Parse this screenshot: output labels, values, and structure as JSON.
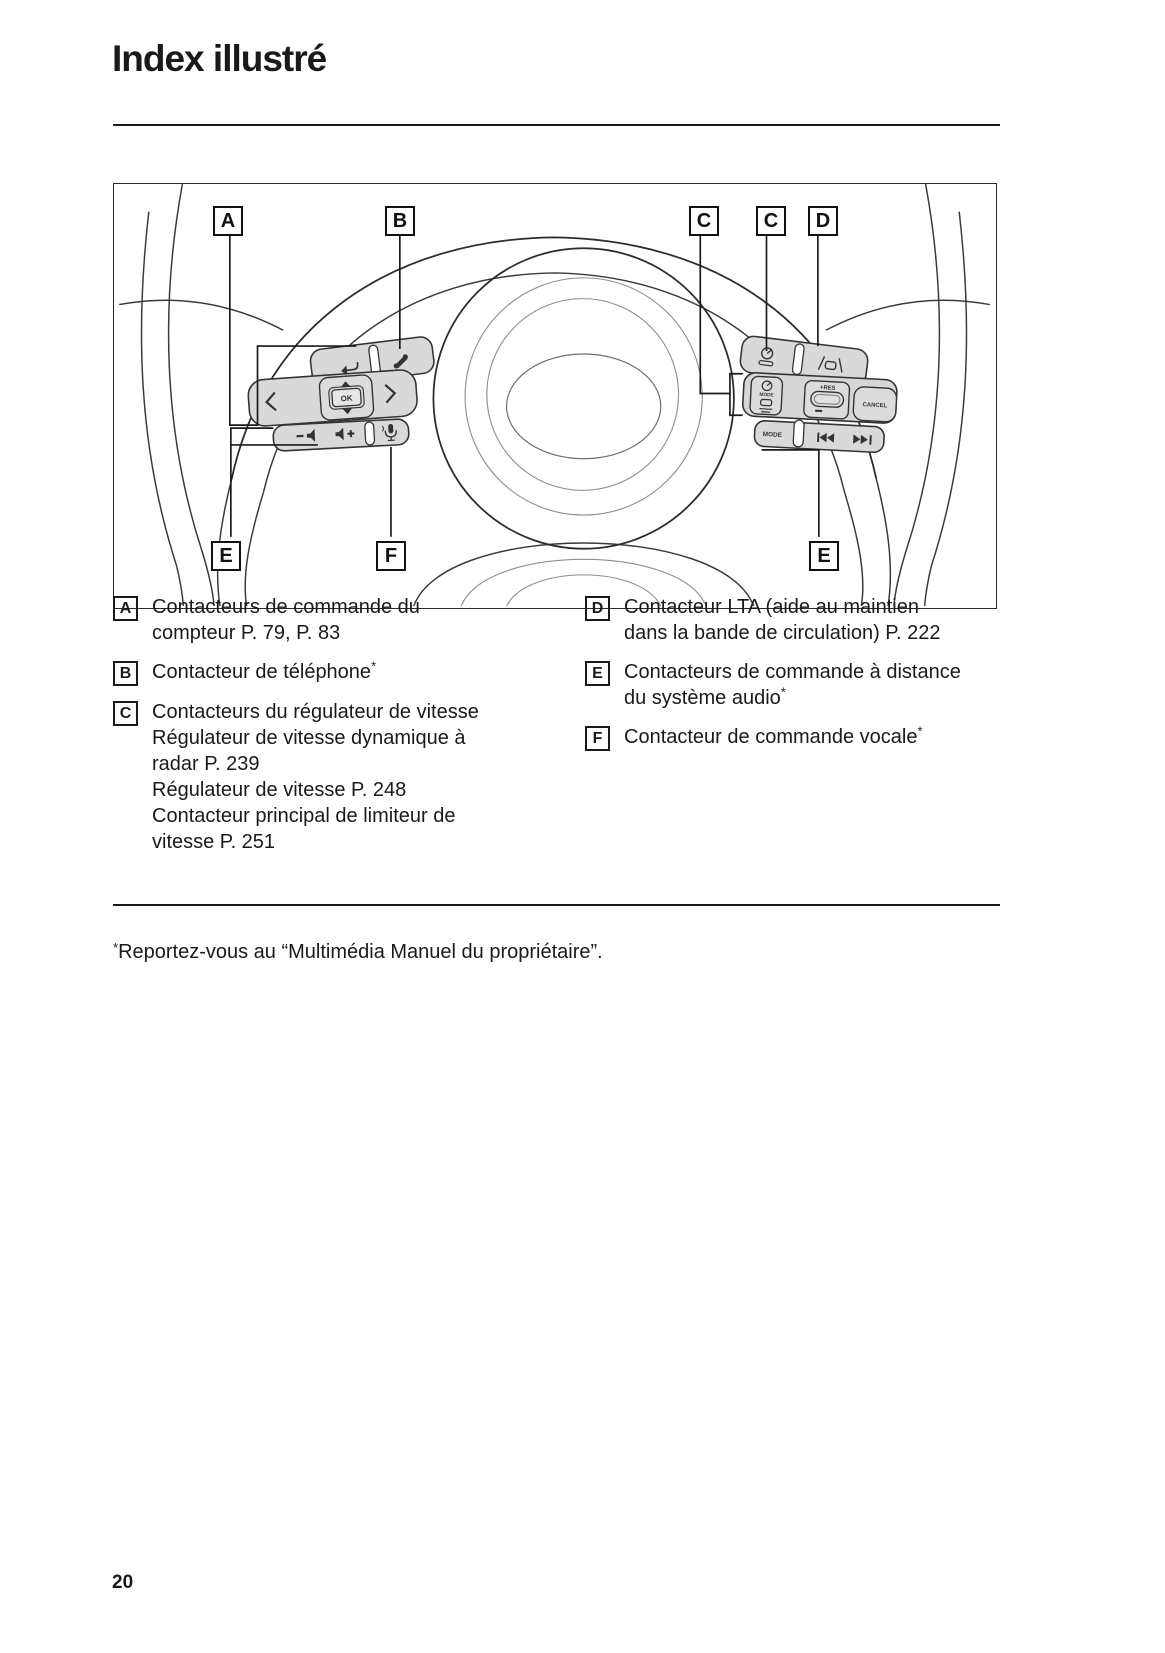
{
  "page": {
    "title": "Index illustré",
    "page_number": "20",
    "footnote_sup": "*",
    "footnote_text": "Reportez-vous au “Multimédia Manuel du propriétaire”."
  },
  "colors": {
    "text": "#1a1a1a",
    "line_art": "#3a3a3a",
    "button_fill": "#d9d9d9",
    "background": "#ffffff"
  },
  "diagram": {
    "callouts": {
      "a": "A",
      "b": "B",
      "c1": "C",
      "c2": "C",
      "d": "D",
      "e1": "E",
      "f": "F",
      "e2": "E"
    },
    "buttons": {
      "ok": "OK",
      "gauge_mode": "MODE",
      "res": "+RES",
      "res_minus": "−",
      "cancel": "CANCEL",
      "audio_mode": "MODE"
    },
    "icons": {
      "back": "return-arrow-icon",
      "phone": "phone-handset-icon",
      "left": "chevron-left-icon",
      "right": "chevron-right-icon",
      "up": "triangle-up-icon",
      "down": "triangle-down-icon",
      "volume_down": "speaker-minus-icon",
      "volume_up": "speaker-plus-icon",
      "voice": "microphone-icon",
      "cruise": "cruise-control-gauge-icon",
      "lta": "lane-tracing-assist-icon",
      "gauge": "gauge-icon",
      "distance": "following-distance-icon",
      "prev_track": "previous-track-icon",
      "next_track": "next-track-icon"
    }
  },
  "legend": {
    "left": [
      {
        "letter": "A",
        "lines": [
          "Contacteurs de commande du",
          "compteur P. 79, P. 83"
        ]
      },
      {
        "letter": "B",
        "lines": [
          "Contacteur de téléphone"
        ],
        "sup": "*"
      },
      {
        "letter": "C",
        "lines": [
          "Contacteurs du régulateur de vitesse",
          "Régulateur de vitesse dynamique à",
          "radar P. 239",
          "Régulateur de vitesse P. 248",
          "Contacteur principal de limiteur de",
          "vitesse P. 251"
        ]
      }
    ],
    "right": [
      {
        "letter": "D",
        "lines": [
          "Contacteur LTA (aide au maintien",
          "dans la bande de circulation) P. 222"
        ]
      },
      {
        "letter": "E",
        "lines": [
          "Contacteurs de commande à distance",
          "du système audio"
        ],
        "sup": "*"
      },
      {
        "letter": "F",
        "lines": [
          "Contacteur de commande vocale"
        ],
        "sup": "*"
      }
    ]
  }
}
